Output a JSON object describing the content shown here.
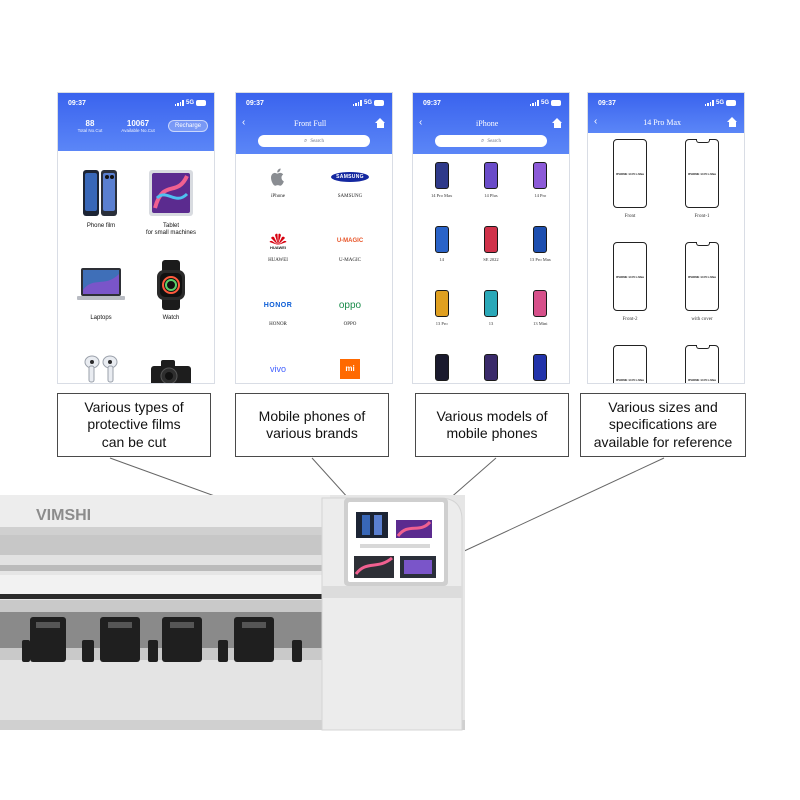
{
  "screens": {
    "home": {
      "time": "09:37",
      "network": "5G",
      "stats": [
        {
          "value": "88",
          "label": "Total No.Cut"
        },
        {
          "value": "10067",
          "label": "Available No.Cut"
        }
      ],
      "recharge_label": "Recharge",
      "categories": [
        {
          "label": "Phone film",
          "icon": "phone-film-icon"
        },
        {
          "label": "Tablet\nfor small machines",
          "icon": "tablet-icon"
        },
        {
          "label": "Laptops",
          "icon": "laptop-icon"
        },
        {
          "label": "Watch",
          "icon": "watch-icon"
        },
        {
          "label": "",
          "icon": "earbuds-icon"
        },
        {
          "label": "",
          "icon": "camera-icon"
        }
      ]
    },
    "brands": {
      "time": "09:37",
      "network": "5G",
      "title": "Front Full",
      "search_placeholder": "Search",
      "items": [
        {
          "label": "iPhone",
          "logo": "apple-logo"
        },
        {
          "label": "SAMSUNG",
          "logo_text": "SAMSUNG"
        },
        {
          "label": "HUAWEI",
          "logo_text": "HUAWEI"
        },
        {
          "label": "U-MAGIC",
          "logo_text": "U-MAGIC"
        },
        {
          "label": "HONOR",
          "logo_text": "HONOR"
        },
        {
          "label": "OPPO",
          "logo_text": "oppo"
        },
        {
          "label": "",
          "logo_text": "vivo"
        },
        {
          "label": "",
          "logo_text": "mi"
        }
      ]
    },
    "models": {
      "time": "09:37",
      "network": "5G",
      "title": "iPhone",
      "search_placeholder": "Search",
      "items": [
        {
          "label": "14 Pro Max",
          "screen": "#2f3a8a"
        },
        {
          "label": "14 Plus",
          "screen": "#6a4cc9"
        },
        {
          "label": "14 Pro",
          "screen": "#8c5ad8"
        },
        {
          "label": "14",
          "screen": "#2a63c8"
        },
        {
          "label": "SE 2022",
          "screen": "#d0324a"
        },
        {
          "label": "13 Pro Max",
          "screen": "#1d4fb0"
        },
        {
          "label": "13 Pro",
          "screen": "#e0a020"
        },
        {
          "label": "13",
          "screen": "#2aa8b8"
        },
        {
          "label": "13 Mini",
          "screen": "#d6508a"
        },
        {
          "label": "",
          "screen": "#1a1a2e"
        },
        {
          "label": "",
          "screen": "#3a2a6a"
        },
        {
          "label": "",
          "screen": "#2233aa"
        }
      ]
    },
    "templates": {
      "time": "09:37",
      "network": "5G",
      "title": "14 Pro Max",
      "items": [
        {
          "label": "Front",
          "text": "IPHONE 14 Pro Max",
          "notch": false
        },
        {
          "label": "Front-1",
          "text": "IPHONE 14 Pro Max",
          "notch": true
        },
        {
          "label": "Front-2",
          "text": "IPHONE 14 Pro Max",
          "notch": false
        },
        {
          "label": "with cover",
          "text": "IPHONE 14 Pro Max",
          "notch": true
        },
        {
          "label": "",
          "text": "IPHONE 14 Pro Max",
          "notch": false
        },
        {
          "label": "",
          "text": "IPHONE 14 Pro Max",
          "notch": true
        }
      ]
    }
  },
  "callouts": [
    "Various types of\nprotective films\ncan be cut",
    "Mobile phones of\nvarious brands",
    "Various models of\nmobile phones",
    "Various sizes and\nspecifications are\navailable for reference"
  ],
  "machine": {
    "brand": "VIMSHI"
  },
  "colors": {
    "app_blue": "#3a63ee",
    "machine_gray": "#d9d9d9"
  }
}
